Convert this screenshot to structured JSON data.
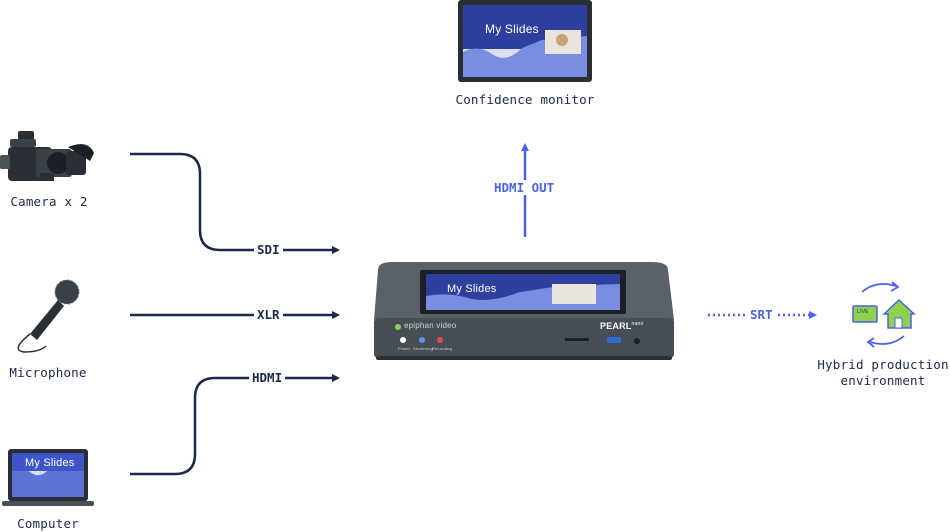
{
  "sources": {
    "camera": {
      "label": "Camera x 2",
      "icon": "camera-icon"
    },
    "microphone": {
      "label": "Microphone",
      "icon": "microphone-icon"
    },
    "computer": {
      "label": "Computer",
      "icon": "laptop-icon",
      "screen_text": "My Slides"
    }
  },
  "connections": {
    "sdi": "SDI",
    "xlr": "XLR",
    "hdmi": "HDMI",
    "hdmi_out": "HDMI OUT",
    "srt": "SRT"
  },
  "device": {
    "screen_text": "My Slides",
    "brand": "epiphan video",
    "model": "PEARL",
    "model_suffix": "nano",
    "button_labels": [
      "Power",
      "Streaming",
      "Recording"
    ]
  },
  "confidence_monitor": {
    "label": "Confidence monitor",
    "screen_text": "My Slides",
    "icon": "monitor-icon"
  },
  "hybrid": {
    "label_line1": "Hybrid production",
    "label_line2": "environment",
    "icon": "home-live-sync-icon",
    "badge": "LIVE"
  },
  "colors": {
    "dark_line": "#1b2a4a",
    "blue_line": "#4a63e8",
    "green": "#8fd14f",
    "device_body": "#4a5058"
  }
}
